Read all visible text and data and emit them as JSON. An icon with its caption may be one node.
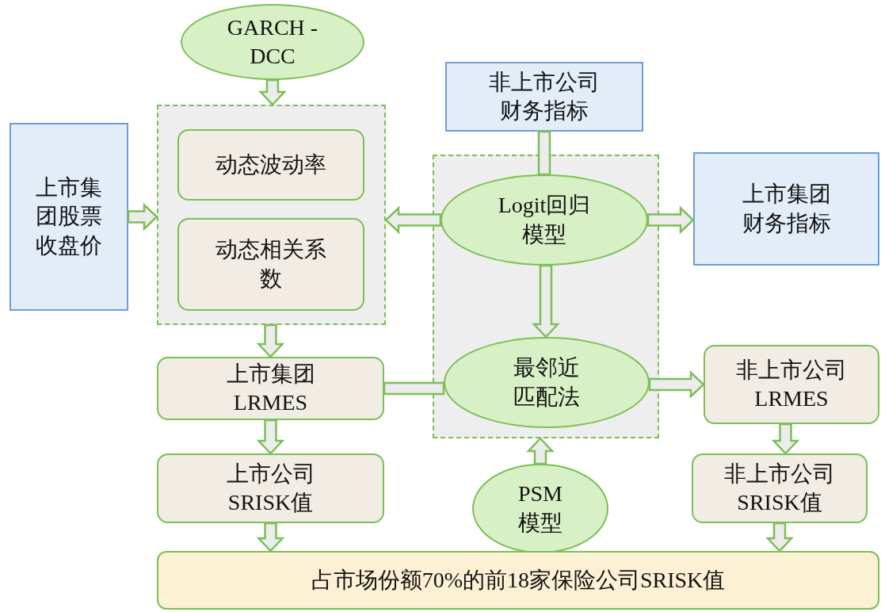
{
  "diagram": {
    "nodes": [
      {
        "text": [
          "GARCH -DCC"
        ]
      },
      {
        "text": [
          "上市集团股票收盘价"
        ]
      },
      {
        "text": [],
        "shape": "box"
      },
      {
        "text": [
          "动态波动率"
        ],
        "in": 2
      },
      {
        "text": [
          "动态相关系数"
        ],
        "in": 2
      },
      {
        "text": [
          "上市集团LRMES"
        ]
      },
      {
        "text": [
          "上市公司SRISK值"
        ]
      },
      {
        "text": [
          "非上市公司财务指标"
        ]
      },
      {
        "text": [],
        "shape": "box"
      },
      {
        "text": [
          "Logit回归模型"
        ],
        "in": 8
      },
      {
        "text": [
          "最邻近匹配法"
        ],
        "in": 8
      },
      {
        "text": [
          "上市集团财务指标"
        ]
      },
      {
        "text": [
          "PSM模型"
        ]
      },
      {
        "text": [
          "非上市公司LRMES"
        ]
      },
      {
        "text": [
          "非上市公司SRISK值"
        ]
      },
      {
        "text": [
          "占市场份额70%的前18家保险公司SRISK值"
        ]
      }
    ],
    "edges": [
      {
        "from": 0,
        "to": 2,
        "arrow": "to"
      },
      {
        "from": 1,
        "to": 2,
        "arrow": "to"
      },
      {
        "from": 7,
        "to": 9,
        "arrow": "none"
      },
      {
        "from": 9,
        "to": 2,
        "arrow": "to"
      },
      {
        "from": 9,
        "to": 11,
        "arrow": "to"
      },
      {
        "from": 9,
        "to": 10,
        "arrow": "to"
      },
      {
        "from": 2,
        "to": 5,
        "arrow": "to"
      },
      {
        "from": 5,
        "to": 10,
        "arrow": "none"
      },
      {
        "from": 10,
        "to": 13,
        "arrow": "to"
      },
      {
        "from": 12,
        "to": 8,
        "arrow": "to"
      },
      {
        "from": 5,
        "to": 6,
        "arrow": "to"
      },
      {
        "from": 13,
        "to": 14,
        "arrow": "to"
      },
      {
        "from": 6,
        "to": 15,
        "arrow": "to"
      },
      {
        "from": 14,
        "to": 15,
        "arrow": "to"
      }
    ]
  }
}
